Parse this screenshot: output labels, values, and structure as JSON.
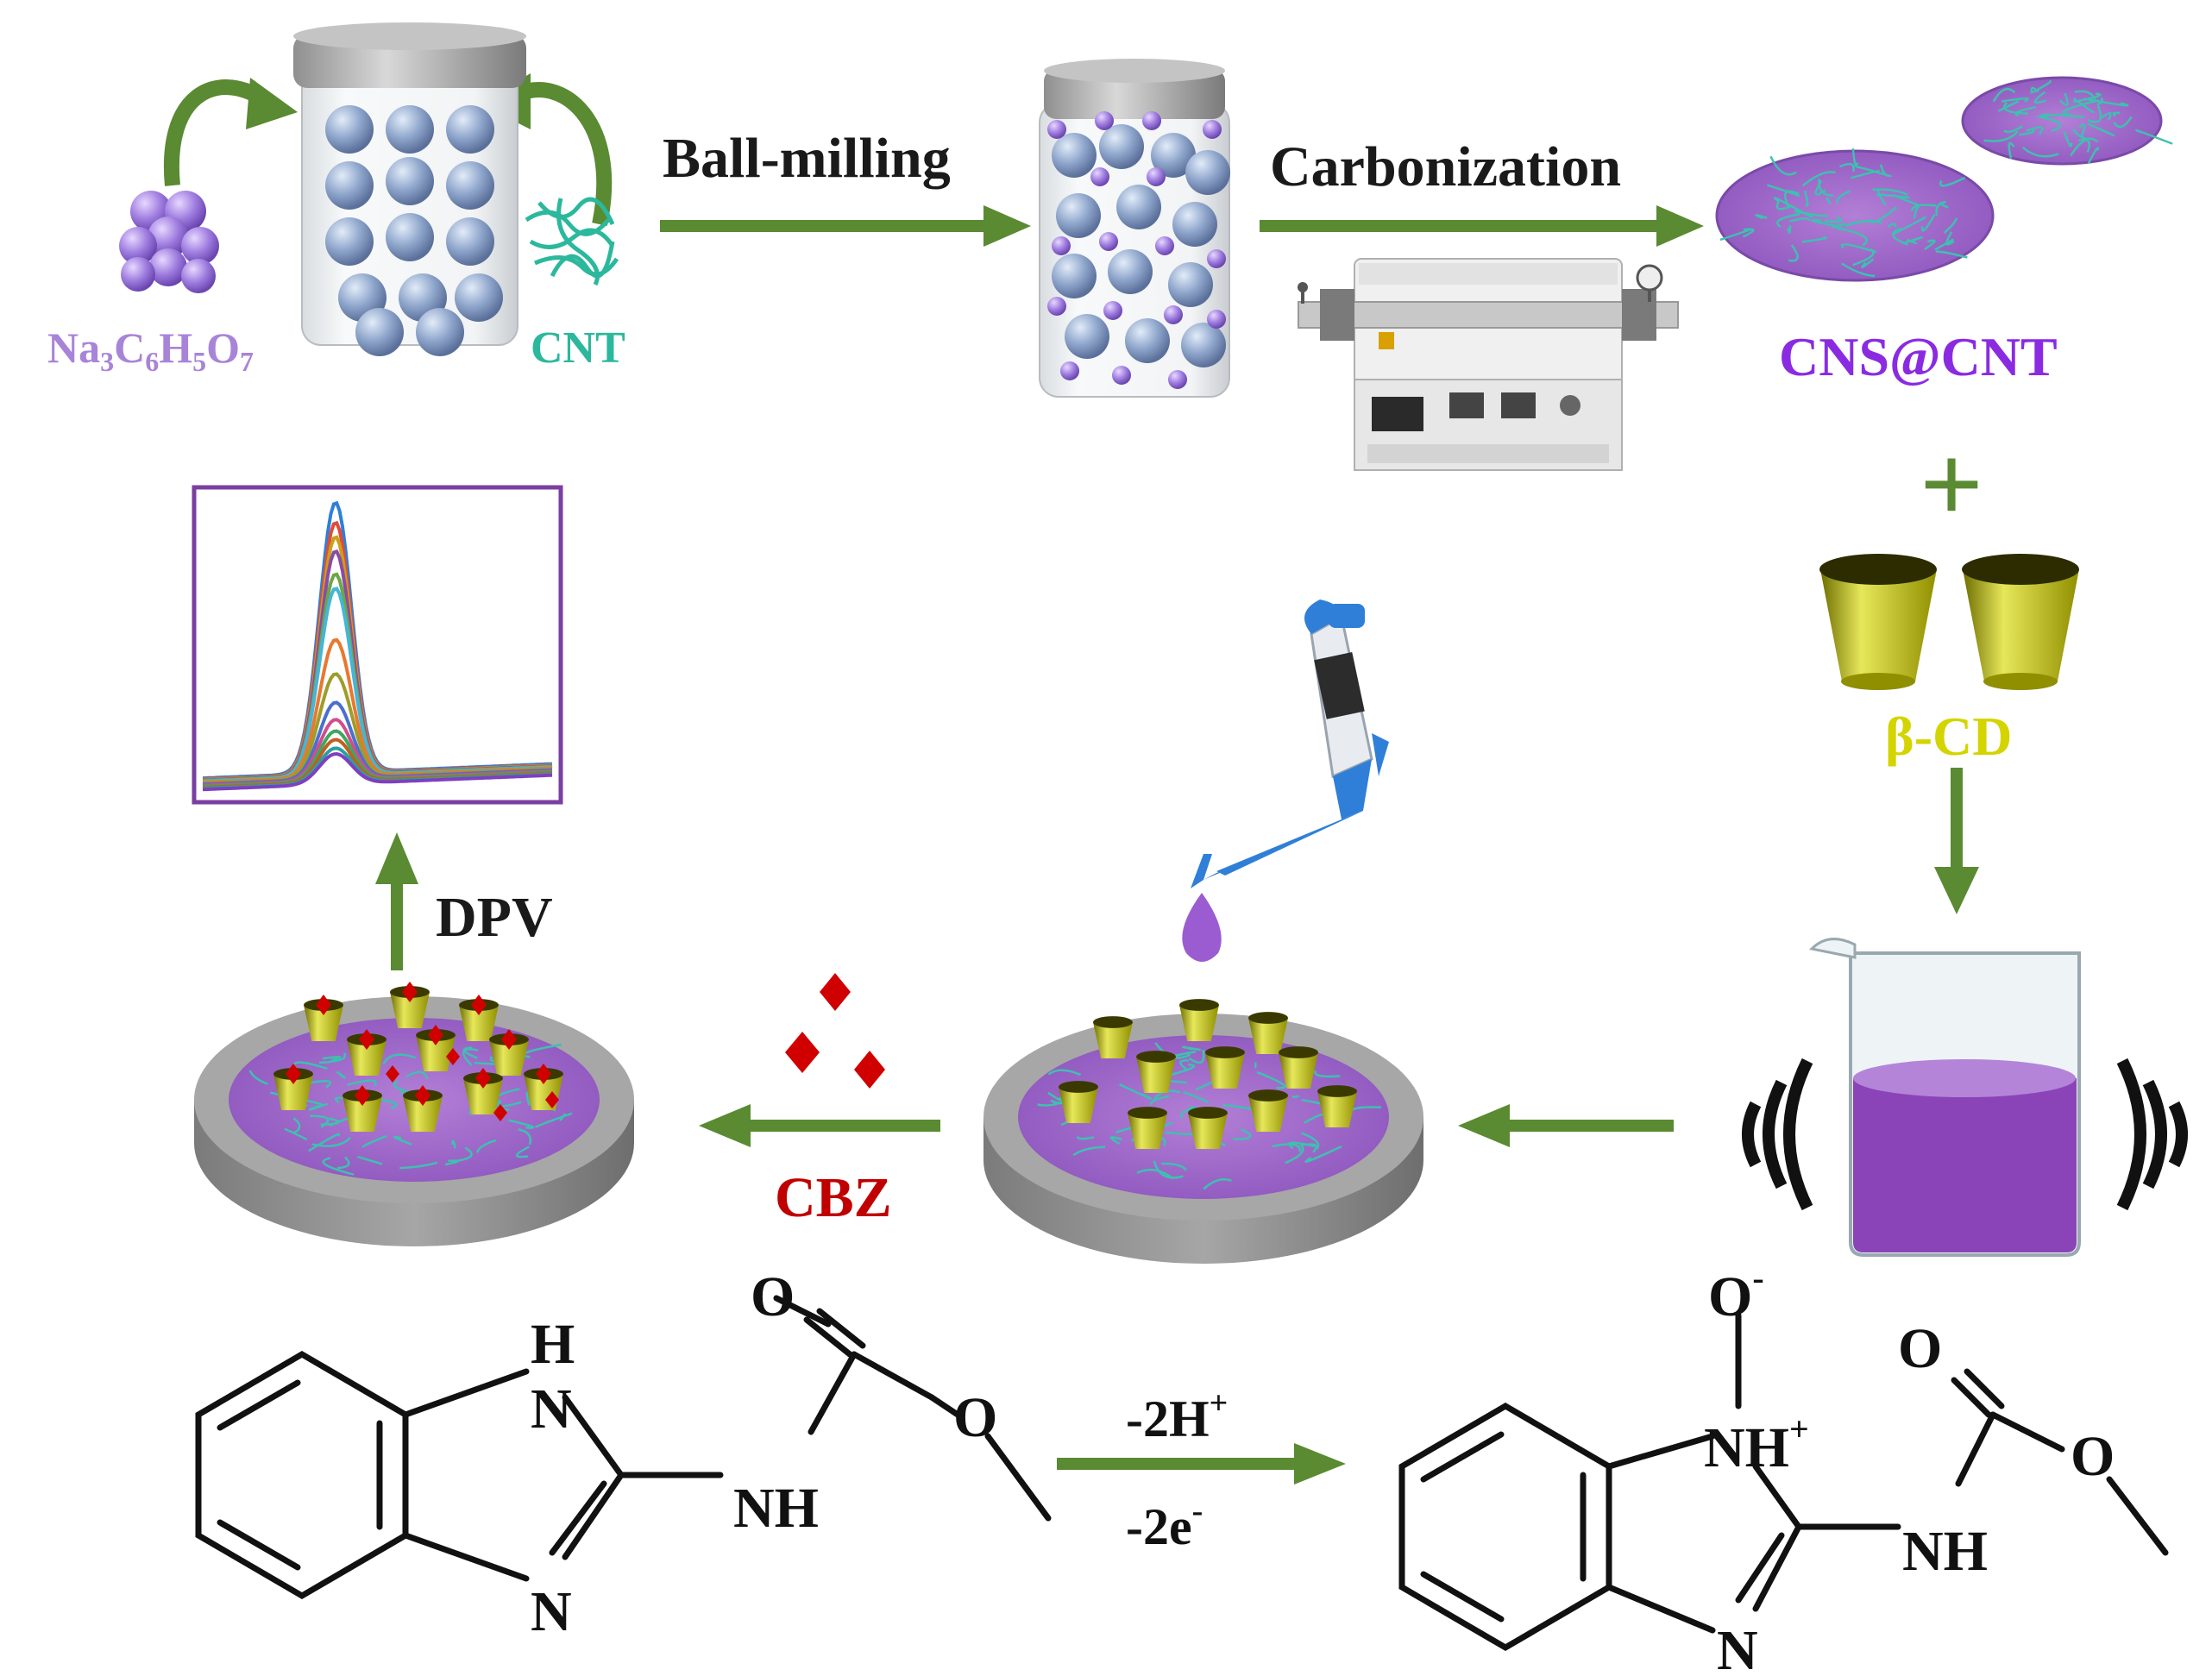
{
  "labels": {
    "sodium_citrate": {
      "main": "Na",
      "sub1": "3",
      "c": "C",
      "sub2": "6",
      "h": "H",
      "sub3": "5",
      "o": "O",
      "sub4": "7"
    },
    "cnt": "CNT",
    "ball_milling": "Ball-milling",
    "carbonization": "Carbonization",
    "cns_cnt": "CNS@CNT",
    "plus": "+",
    "beta_cd": "β-CD",
    "dpv": "DPV",
    "cbz": "CBZ"
  },
  "reaction": {
    "above_arrow": {
      "text": "-2H",
      "sup": "+"
    },
    "below_arrow": {
      "text": "-2e",
      "sup": "-"
    },
    "reactant_atoms": {
      "h": "H",
      "n_top": "N",
      "n_bottom": "N",
      "o_carbonyl": "O",
      "o_ester": "O",
      "nh": "NH"
    },
    "product_atoms": {
      "o_minus": "O",
      "o_minus_sup": "-",
      "nh_plus": "NH",
      "nh_plus_sup": "+",
      "n_bottom": "N",
      "o_carbonyl": "O",
      "o_ester": "O",
      "nh": "NH"
    }
  },
  "colors": {
    "arrow_green": "#5a8a32",
    "citrate_purple": "#a884d8",
    "cnt_teal": "#2bb89c",
    "cns_purple": "#8a2be2",
    "cd_yellow": "#d4d400",
    "cbz_red": "#d00000",
    "solution_purple": "#8a44b8",
    "electrode_gray": "#9a9a9a"
  },
  "chart_data": {
    "type": "line",
    "title": "",
    "xlabel": "",
    "ylabel": "",
    "series": [
      {
        "color": "#2f7fd8",
        "peak": 1.0,
        "base": 0.3
      },
      {
        "color": "#e14b3a",
        "peak": 0.93,
        "base": 0.28
      },
      {
        "color": "#c9a019",
        "peak": 0.88,
        "base": 0.27
      },
      {
        "color": "#8b4aa9",
        "peak": 0.83,
        "base": 0.26
      },
      {
        "color": "#6aa842",
        "peak": 0.75,
        "base": 0.25
      },
      {
        "color": "#45b5d8",
        "peak": 0.7,
        "base": 0.24
      },
      {
        "color": "#e9782f",
        "peak": 0.52,
        "base": 0.22
      },
      {
        "color": "#9d9d2a",
        "peak": 0.4,
        "base": 0.2
      },
      {
        "color": "#4a6fcf",
        "peak": 0.3,
        "base": 0.18
      },
      {
        "color": "#d24d8c",
        "peak": 0.24,
        "base": 0.16
      },
      {
        "color": "#3da85f",
        "peak": 0.2,
        "base": 0.14
      },
      {
        "color": "#c06020",
        "peak": 0.17,
        "base": 0.12
      },
      {
        "color": "#28a0a0",
        "peak": 0.14,
        "base": 0.1
      },
      {
        "color": "#7f3fbf",
        "peak": 0.12,
        "base": 0.08
      }
    ]
  }
}
